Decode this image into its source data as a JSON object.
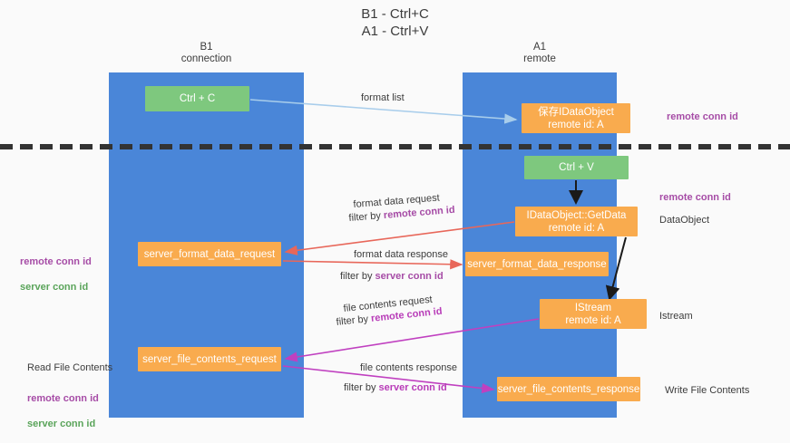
{
  "diagram": {
    "title": "B1 - Ctrl+C\nA1 - Ctrl+V",
    "lanes": [
      {
        "id": "left",
        "label": "B1\nconnection"
      },
      {
        "id": "right",
        "label": "A1\nremote"
      }
    ],
    "nodes": [
      {
        "id": "ctrl-c",
        "label": "Ctrl + C",
        "color": "#7ec87e"
      },
      {
        "id": "idataobject",
        "label": "保存IDataObject\nremote id: A",
        "color": "#f9ab4e"
      },
      {
        "id": "ctrl-v",
        "label": "Ctrl + V",
        "color": "#7ec87e"
      },
      {
        "id": "idataobject-getdata",
        "label": "IDataObject::GetData\nremote id: A",
        "color": "#f9ab4e"
      },
      {
        "id": "server-format-data-request",
        "label": "server_format_data_request",
        "color": "#f9ab4e"
      },
      {
        "id": "server-format-data-response",
        "label": "server_format_data_response",
        "color": "#f9ab4e"
      },
      {
        "id": "istream",
        "label": "IStream\nremote id: A",
        "color": "#f9ab4e"
      },
      {
        "id": "server-file-contents-request",
        "label": "server_file_contents_request",
        "color": "#f9ab4e"
      },
      {
        "id": "server-file-contents-response",
        "label": "server_file_contents_response",
        "color": "#f9ab4e"
      }
    ],
    "edge_labels": {
      "format_list": "format list",
      "format_data_request": "format data request",
      "format_data_request_filter_prefix": "filter by ",
      "format_data_request_filter_key": "remote conn id",
      "format_data_response": "format data response",
      "format_data_response_filter_prefix": "filter by ",
      "format_data_response_filter_key": "server conn id",
      "file_contents_request": "file contents request",
      "file_contents_request_filter_prefix": "filter by ",
      "file_contents_request_filter_key": "remote conn id",
      "file_contents_response": "file contents response",
      "file_contents_response_filter_prefix": "filter by ",
      "file_contents_response_filter_key": "server conn id"
    },
    "side_labels": {
      "remote_conn_id_top": "remote conn id",
      "remote_conn_id_mid": "remote conn id",
      "dataobject": "DataObject",
      "istream": "Istream",
      "write_file_contents": "Write File Contents",
      "read_file_contents": "Read File Contents",
      "left_mid_remote": "remote conn id",
      "left_mid_server": "server conn id",
      "left_bottom_remote": "remote conn id",
      "left_bottom_server": "server conn id"
    },
    "colors": {
      "lane": "#4a86d8",
      "green_node": "#7ec87e",
      "orange_node": "#f9ab4e",
      "purple_text": "#a64ca6",
      "green_text": "#5aa45a",
      "red_arrow": "#e8675a",
      "magenta_arrow": "#c040c0",
      "blue_arrow": "#a8cdeb",
      "divider": "#333333"
    }
  }
}
